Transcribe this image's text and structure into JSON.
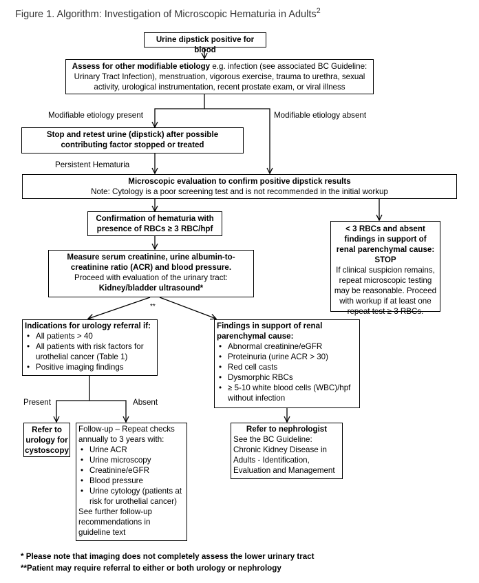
{
  "title": "Figure 1. Algorithm: Investigation of Microscopic Hematuria in Adults",
  "title_sup": "2",
  "dipstick": "Urine dipstick positive for blood",
  "assess": {
    "bold": "Assess for other modifiable etiology",
    "rest": " e.g. infection (see associated BC Guideline: Urinary Tract Infection), menstruation, vigorous exercise, trauma to urethra, sexual activity, urological instrumentation, recent prostate exam, or viral illness"
  },
  "label_present": "Modifiable etiology present",
  "label_absent": "Modifiable etiology absent",
  "stop_retest": "Stop and retest urine  (dipstick) after possible contributing factor stopped or treated",
  "label_persistent": "Persistent Hematuria",
  "microscopic": {
    "bold": "Microscopic evaluation to confirm positive dipstick results",
    "note": "Note: Cytology is a poor screening test and is not recommended in the initial workup"
  },
  "confirmation": "Confirmation of hematuria with presence of RBCs ≥ 3 RBC/hpf",
  "stop_box": {
    "bold": "< 3 RBCs and absent findings in support of renal parenchymal cause: STOP",
    "rest": "If clinical suspicion remains, repeat microscopic testing may be reasonable. Proceed with workup if at least one repeat test ≥ 3 RBCs."
  },
  "measure": {
    "bold": "Measure serum creatinine, urine albumin-to-creatinine ratio (ACR) and blood pressure.",
    "rest": "Proceed with evaluation of the urinary tract:",
    "bold2": "Kidney/bladder ultrasound*"
  },
  "double_star": "**",
  "urology_indications": {
    "heading": "Indications for urology referral if:",
    "items": [
      "All patients > 40",
      "All patients with risk factors for urothelial cancer (Table 1)",
      "Positive imaging findings"
    ]
  },
  "renal_findings": {
    "heading": "Findings in support of renal parenchymal cause:",
    "items": [
      "Abnormal creatinine/eGFR",
      "Proteinuria (urine ACR > 30)",
      "Red cell casts",
      "Dysmorphic RBCs",
      "≥ 5-10 white blood cells (WBC)/hpf without infection"
    ]
  },
  "label_present2": "Present",
  "label_absent2": "Absent",
  "refer_urology": "Refer to urology for cystoscopy",
  "followup": {
    "intro": "Follow-up – Repeat checks annually to 3 years with:",
    "items": [
      "Urine ACR",
      "Urine microscopy",
      "Creatinine/eGFR",
      "Blood pressure",
      "Urine cytology (patients at risk for urothelial cancer)"
    ],
    "outro": "See further follow-up recommendations in guideline text"
  },
  "nephrologist": {
    "heading": "Refer to nephrologist",
    "text": "See the BC Guideline: Chronic Kidney Disease in Adults - Identification, Evaluation and Management"
  },
  "footnote1": "* Please note that imaging does not completely assess the lower urinary tract",
  "footnote2": "**Patient may require referral to either or both urology or nephrology"
}
